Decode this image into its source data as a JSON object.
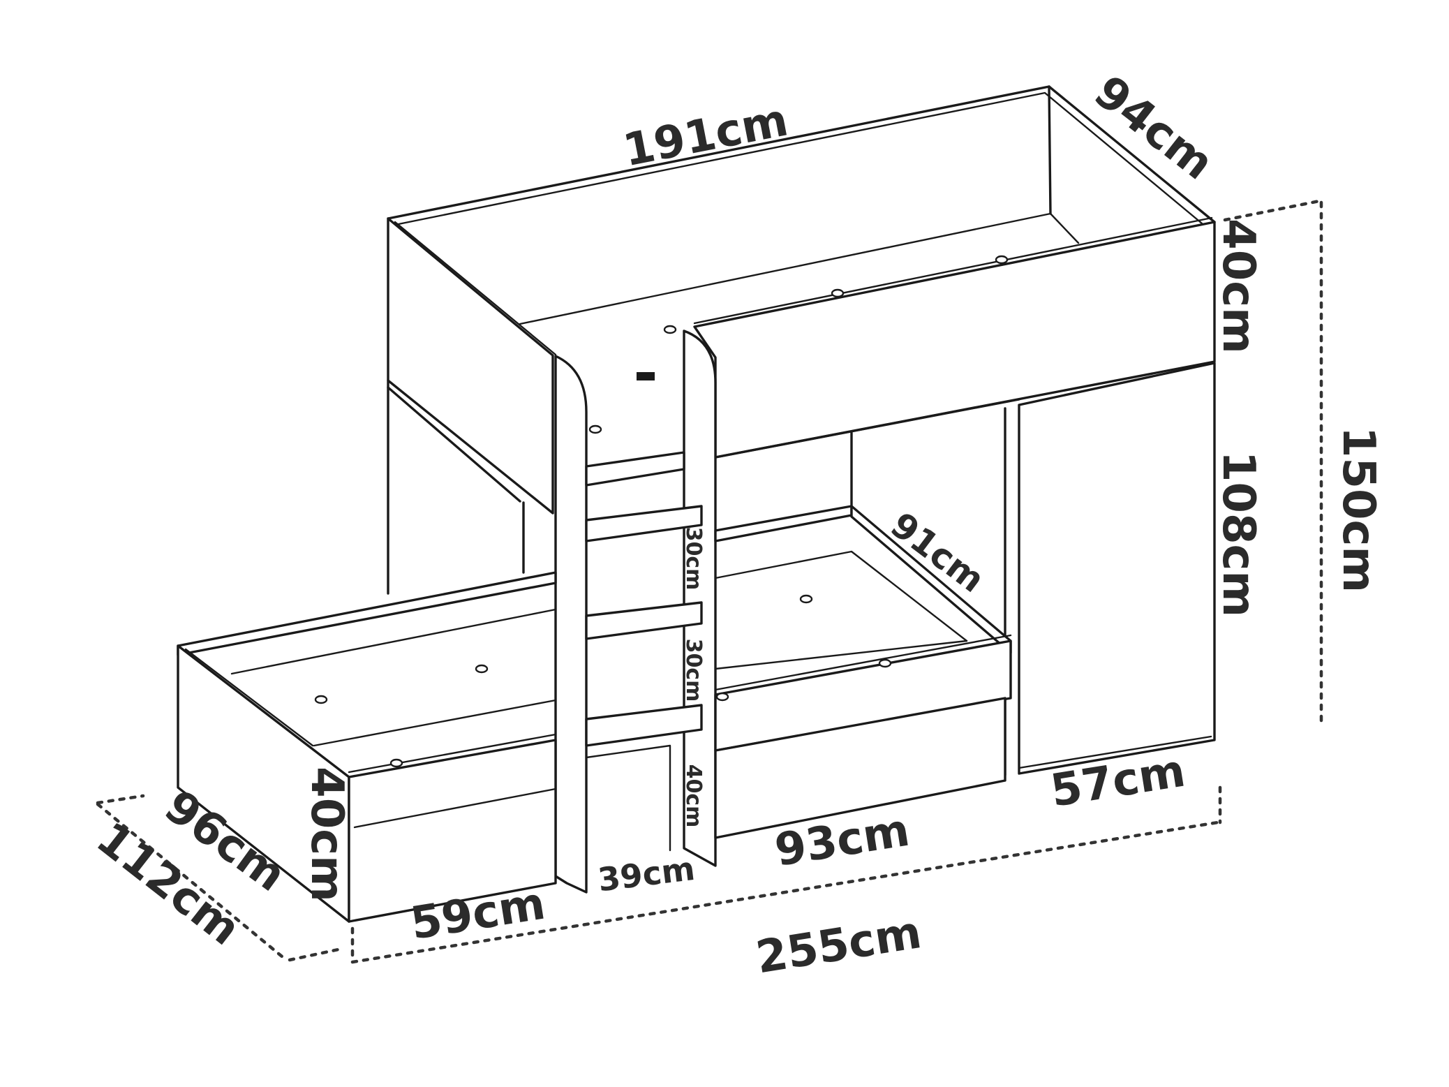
{
  "diagram": {
    "colors": {
      "ink": "#1a1a1a",
      "label": "#2b2b2b",
      "background": "#ffffff"
    },
    "dimensions": {
      "top_length": "191cm",
      "top_depth": "94cm",
      "upper_rail_height": "40cm",
      "total_height": "150cm",
      "under_height": "108cm",
      "lower_bed_depth": "91cm",
      "step_1": "30cm",
      "step_2": "30cm",
      "step_3": "40cm",
      "lower_rail_height": "40cm",
      "inner_depth": "96cm",
      "outer_depth": "112cm",
      "front_left_width": "59cm",
      "ladder_width": "39cm",
      "front_mid_width": "93cm",
      "wardrobe_width": "57cm",
      "total_length": "255cm"
    }
  }
}
